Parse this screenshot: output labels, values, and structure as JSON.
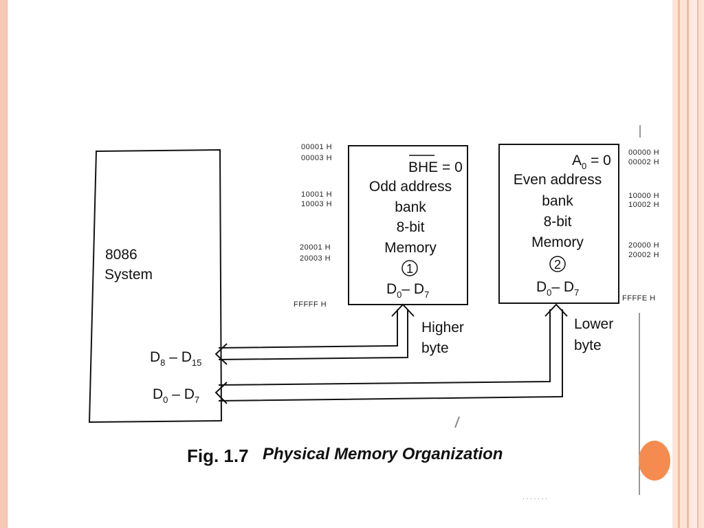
{
  "slide": {
    "accent_color": "#f58b4e",
    "border_color": "#f4c9b6"
  },
  "system_box": {
    "title_line1": "8086",
    "title_line2": "System",
    "port_high": {
      "base": "D",
      "sub1": "8",
      "dash": " – D",
      "sub2": "15"
    },
    "port_low": {
      "base": "D",
      "sub1": "0",
      "dash": " – D",
      "sub2": "7"
    }
  },
  "odd_bank": {
    "signal": "BHE = 0",
    "signal_overbar_text": "BHE",
    "signal_value": " = 0",
    "line1": "Odd address",
    "line2": "bank",
    "line3": "8-bit",
    "line4": "Memory",
    "number": "1",
    "data_bus": {
      "base": "D",
      "sub1": "0",
      "dash": "– D",
      "sub2": "7"
    },
    "addresses": [
      "00001 H",
      "00003 H",
      "10001 H",
      "10003 H",
      "20001 H",
      "20003 H",
      "FFFFF H"
    ]
  },
  "even_bank": {
    "signal_base": "A",
    "signal_sub": "0",
    "signal_value": " = 0",
    "line1": "Even address",
    "line2": "bank",
    "line3": "8-bit",
    "line4": "Memory",
    "number": "2",
    "data_bus": {
      "base": "D",
      "sub1": "0",
      "dash": "– D",
      "sub2": "7"
    },
    "addresses": [
      "00000 H",
      "00002 H",
      "10000 H",
      "10002 H",
      "20000 H",
      "20002 H",
      "FFFFE H"
    ]
  },
  "labels": {
    "higher_line1": "Higher",
    "higher_line2": "byte",
    "lower_line1": "Lower",
    "lower_line2": "byte"
  },
  "caption": {
    "fig": "Fig. 1.7",
    "title": "Physical Memory Organization"
  }
}
